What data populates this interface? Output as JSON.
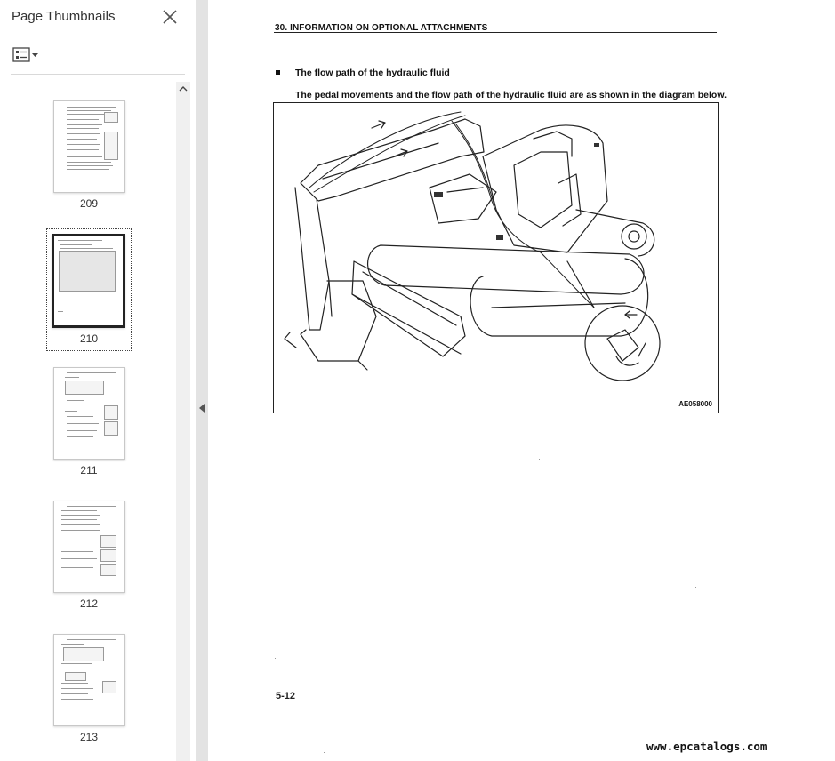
{
  "sidebar": {
    "title": "Page Thumbnails",
    "close_icon": "close-icon",
    "options_icon": "thumbnail-options-icon",
    "thumbnails": [
      {
        "page": "209",
        "selected": false
      },
      {
        "page": "210",
        "selected": true
      },
      {
        "page": "211",
        "selected": false
      },
      {
        "page": "212",
        "selected": false
      },
      {
        "page": "213",
        "selected": false
      }
    ]
  },
  "document": {
    "heading": "30. INFORMATION ON OPTIONAL ATTACHMENTS",
    "section_title": "The flow path of the hydraulic fluid",
    "description": "The pedal movements and the flow path of the hydraulic fluid are as shown in the diagram below.",
    "figure_code": "AE058000",
    "page_number": "5-12",
    "watermark": "www.epcatalogs.com"
  }
}
